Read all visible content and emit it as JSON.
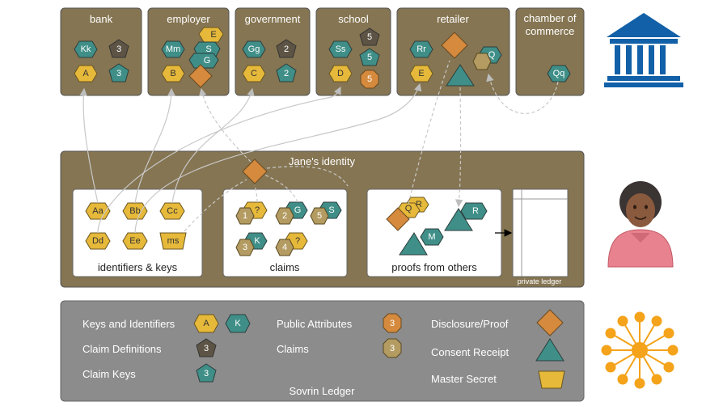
{
  "colors": {
    "brown": "#857552",
    "gold": "#e6b93a",
    "teal": "#3f8f88",
    "dark": "#5d5445",
    "orange": "#d58a3e",
    "khaki": "#b39b62",
    "legend_bg": "#8c8c8c",
    "blue": "#1160a8",
    "sun": "#f4a31a"
  },
  "entities": {
    "bank": "bank",
    "employer": "employer",
    "government": "government",
    "school": "school",
    "retailer": "retailer",
    "chamber_line1": "chamber of",
    "chamber_line2": "commerce"
  },
  "entity_shapes": {
    "bank": {
      "key": "Kk",
      "def": "3",
      "attr": "A",
      "claimkey": "3"
    },
    "employer": {
      "key": "Mm",
      "attr": "B",
      "stack": [
        "E",
        "S",
        "G"
      ]
    },
    "government": {
      "key": "Gg",
      "def": "2",
      "attr": "C",
      "claimkey": "2"
    },
    "school": {
      "key": "Ss",
      "def": "5",
      "attr": "D",
      "claimkey": "5",
      "public": "5"
    },
    "retailer": {
      "key": "Rr",
      "attr": "E",
      "receipt": "Q"
    },
    "chamber": {
      "key": "Qq"
    }
  },
  "identity": {
    "title": "Jane's identity",
    "keys_label": "identifiers & keys",
    "claims_label": "claims",
    "proofs_label": "proofs from others",
    "ledger_label": "private ledger",
    "keys": [
      "Aa",
      "Bb",
      "Cc",
      "Dd",
      "Ee",
      "ms"
    ],
    "claims": [
      {
        "n": "1",
        "t": "?"
      },
      {
        "n": "2",
        "t": "G"
      },
      {
        "n": "5",
        "t": "S"
      },
      {
        "n": "3",
        "t": "K"
      },
      {
        "n": "4",
        "t": "?"
      }
    ],
    "proofs": [
      "R",
      "Q",
      "M",
      "R"
    ]
  },
  "legend": {
    "keys_identifiers": "Keys and Identifiers",
    "claim_definitions": "Claim Definitions",
    "claim_keys": "Claim Keys",
    "public_attributes": "Public Attributes",
    "claims": "Claims",
    "disclosure": "Disclosure/Proof",
    "consent": "Consent Receipt",
    "master": "Master Secret",
    "ledger": "Sovrin Ledger",
    "key_a": "A",
    "key_k": "K",
    "def_3": "3",
    "claimkey_3": "3",
    "public_3": "3",
    "claims_3": "3"
  }
}
